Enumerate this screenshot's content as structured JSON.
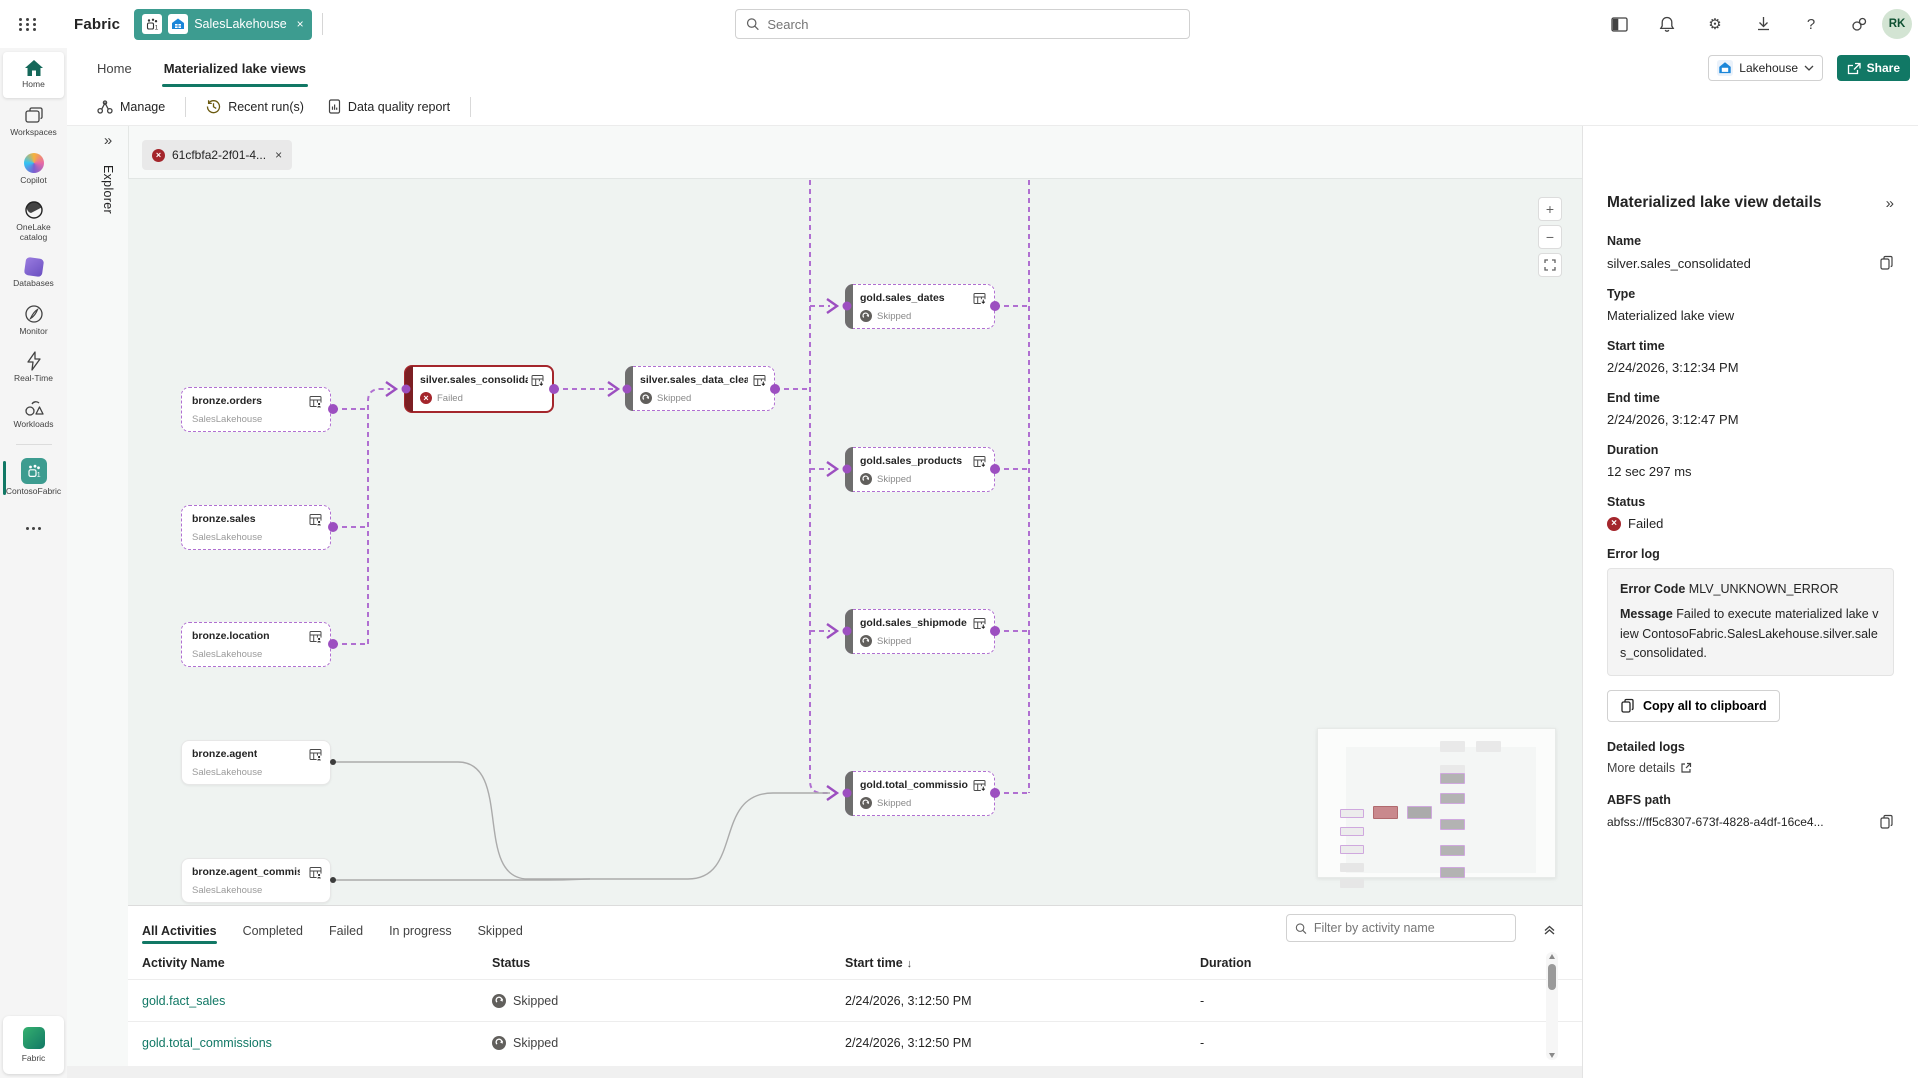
{
  "topbar": {
    "app_name": "Fabric",
    "tab_label": "SalesLakehouse",
    "search_placeholder": "Search",
    "avatar": "RK"
  },
  "nav": {
    "home": "Home",
    "mlv": "Materialized lake views",
    "item_type": "Lakehouse",
    "share": "Share"
  },
  "toolbar": {
    "manage": "Manage",
    "recent_runs": "Recent run(s)",
    "data_quality": "Data quality report"
  },
  "rail": {
    "home": "Home",
    "workspaces": "Workspaces",
    "copilot": "Copilot",
    "onelake": "OneLake catalog",
    "databases": "Databases",
    "monitor": "Monitor",
    "realtime": "Real-Time",
    "workloads": "Workloads",
    "workspace_name": "ContosoFabric",
    "fabric": "Fabric"
  },
  "explorer": {
    "label": "Explorer"
  },
  "canvas": {
    "run_tab": "61cfbfa2-2f01-4...",
    "nodes": [
      {
        "name": "bronze.orders",
        "workspace": "SalesLakehouse"
      },
      {
        "name": "bronze.sales",
        "workspace": "SalesLakehouse"
      },
      {
        "name": "bronze.location",
        "workspace": "SalesLakehouse"
      },
      {
        "name": "bronze.agent",
        "workspace": "SalesLakehouse"
      },
      {
        "name": "bronze.agent_commissio...",
        "workspace": "SalesLakehouse"
      },
      {
        "name": "silver.sales_consolidated",
        "status": "Failed"
      },
      {
        "name": "silver.sales_data_cleaned",
        "status": "Skipped"
      },
      {
        "name": "gold.sales_dates",
        "status": "Skipped"
      },
      {
        "name": "gold.sales_products",
        "status": "Skipped"
      },
      {
        "name": "gold.sales_shipmode",
        "status": "Skipped"
      },
      {
        "name": "gold.total_commissions",
        "status": "Skipped"
      }
    ]
  },
  "details": {
    "title": "Materialized lake view details",
    "name_label": "Name",
    "name": "silver.sales_consolidated",
    "type_label": "Type",
    "type": "Materialized lake view",
    "start_label": "Start time",
    "start": "2/24/2026, 3:12:34 PM",
    "end_label": "End time",
    "end": "2/24/2026, 3:12:47 PM",
    "duration_label": "Duration",
    "duration": "12 sec 297 ms",
    "status_label": "Status",
    "status": "Failed",
    "error_log_label": "Error log",
    "error_code_label": "Error Code",
    "error_code": "MLV_UNKNOWN_ERROR",
    "message_label": "Message",
    "message": "Failed to execute materialized lake view ContosoFabric.SalesLakehouse.silver.sales_consolidated.",
    "copy_all": "Copy all to clipboard",
    "detailed_logs_label": "Detailed logs",
    "more_details": "More details",
    "abfs_label": "ABFS path",
    "abfs_path": "abfss://ff5c8307-673f-4828-a4df-16ce4..."
  },
  "activities": {
    "tabs": [
      "All Activities",
      "Completed",
      "Failed",
      "In progress",
      "Skipped"
    ],
    "filter_placeholder": "Filter by activity name",
    "columns": [
      "Activity Name",
      "Status",
      "Start time",
      "Duration"
    ],
    "rows": [
      {
        "name": "gold.fact_sales",
        "status": "Skipped",
        "start": "2/24/2026, 3:12:50 PM",
        "duration": "-"
      },
      {
        "name": "gold.total_commissions",
        "status": "Skipped",
        "start": "2/24/2026, 3:12:50 PM",
        "duration": "-"
      }
    ]
  },
  "icons": {
    "close": "×",
    "chevrons_right": "»",
    "sort_desc": "↓",
    "zoom_in": "+",
    "zoom_out": "−",
    "gear": "⚙",
    "question": "?",
    "failed_x": "×"
  },
  "colors": {
    "accent_green": "#117865",
    "tab_teal": "#3d9c90",
    "lineage_purple": "#9c4fc0",
    "failed_red": "#a4262c"
  }
}
